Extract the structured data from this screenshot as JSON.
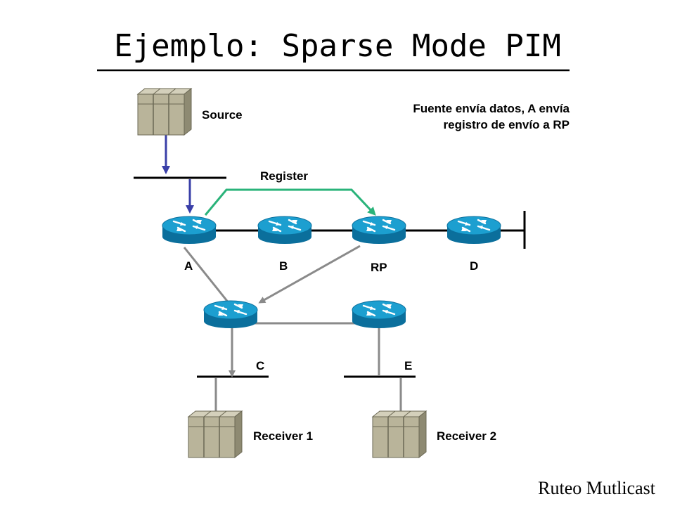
{
  "title": "Ejemplo: Sparse Mode PIM",
  "labels": {
    "source": "Source",
    "register": "Register",
    "note_line1": "Fuente envía datos, A envía",
    "note_line2": "registro de envío a RP",
    "router_a": "A",
    "router_b": "B",
    "router_rp": "RP",
    "router_d": "D",
    "router_c": "C",
    "router_e": "E",
    "receiver1": "Receiver 1",
    "receiver2": "Receiver 2"
  },
  "footer": "Ruteo Mutlicast",
  "colors": {
    "router_top": "#1c9fd0",
    "router_side": "#0b6f9c",
    "server_face": "#b9b49a",
    "link_gray": "#8a8a8a",
    "data_arrow": "#3a3fa8",
    "register_arrow": "#2ab37a"
  }
}
